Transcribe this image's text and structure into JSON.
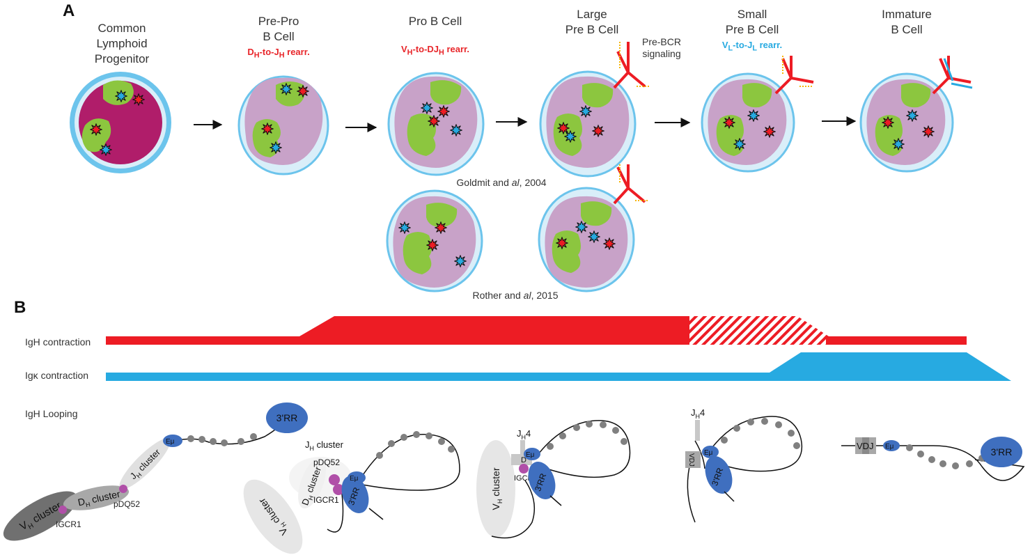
{
  "panel_a": {
    "letter": "A",
    "stages": [
      {
        "line1": "Common",
        "line2": "Lymphoid",
        "line3": "Progenitor",
        "rearr_pre": "",
        "rearr_post": ""
      },
      {
        "line1": "Pre-Pro",
        "line2": "B Cell",
        "line3": "",
        "rearr": "DH-to-JH rearr."
      },
      {
        "line1": "Pro B Cell",
        "line2": "",
        "line3": "",
        "rearr": "VH-to-DJH rearr."
      },
      {
        "line1": "Large",
        "line2": "Pre B Cell",
        "line3": "",
        "rearr": ""
      },
      {
        "line1": "Small",
        "line2": "Pre B Cell",
        "line3": "",
        "rearr": "VL-to-JL rearr."
      },
      {
        "line1": "Immature",
        "line2": "B Cell",
        "line3": "",
        "rearr": ""
      }
    ],
    "pre_bcr": {
      "line1": "Pre-BCR",
      "line2": "signaling"
    },
    "ref1": {
      "pre": "Goldmit and ",
      "ital": "al",
      "post": ", 2004"
    },
    "ref2": {
      "pre": "Rother and ",
      "ital": "al",
      "post": ", 2015"
    }
  },
  "panel_b": {
    "letter": "B",
    "igh_contraction": "IgH contraction",
    "igk_contraction": "Igκ contraction",
    "igh_looping": "IgH Looping",
    "colors": {
      "igh": "#ed1c24",
      "igk": "#27aae1",
      "nucleus_red": "#ed1c24",
      "nucleus_blue": "#27aae1",
      "cytoplasm": "#c8a2c8",
      "green": "#8cc63f",
      "membrane": "#bfe3f5",
      "e_mu": "#3f6fbf"
    },
    "loop_labels": {
      "three_rr": "3'RR",
      "e_mu": "Eμ",
      "igcr1": "IGCR1",
      "pdq52": "pDQ52",
      "vh_cluster": "VH cluster",
      "dh_cluster": "DH cluster",
      "jh_cluster": "JH cluster",
      "jh4": "JH4",
      "d": "D",
      "vdj": "VDJ"
    }
  }
}
